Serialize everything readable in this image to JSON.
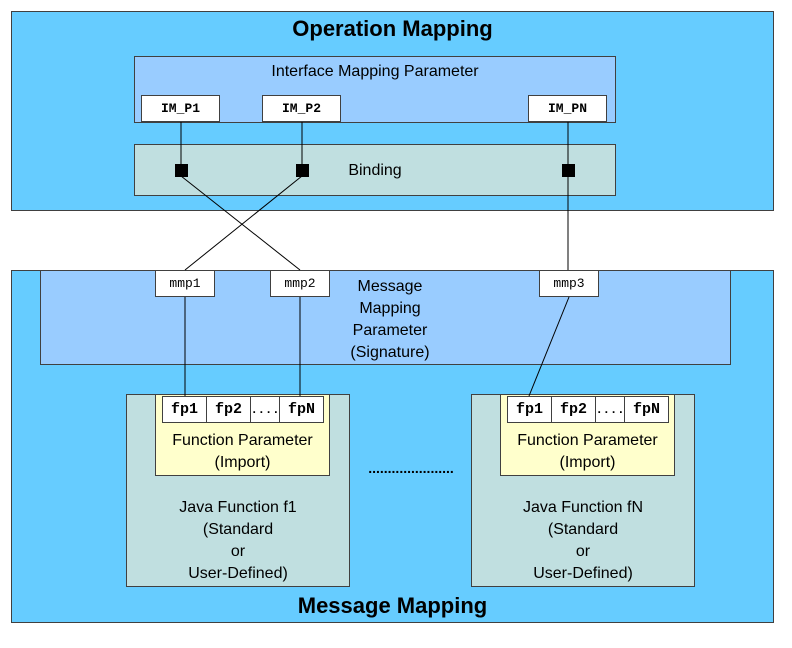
{
  "operation_mapping": {
    "title": "Operation Mapping",
    "interface_mapping_parameter": {
      "label": "Interface Mapping Parameter",
      "params": [
        "IM_P1",
        "IM_P2",
        "IM_PN"
      ]
    },
    "binding": {
      "label": "Binding"
    }
  },
  "message_mapping": {
    "title": "Message Mapping",
    "message_mapping_parameter": {
      "label_lines": [
        "Message",
        "Mapping",
        "Parameter",
        "(Signature)"
      ],
      "params": [
        "mmp1",
        "mmp2",
        "mmp3"
      ]
    },
    "functions": [
      {
        "function_params": [
          "fp1",
          "fp2",
          "....",
          "fpN"
        ],
        "param_label_lines": [
          "Function Parameter",
          "(Import)"
        ],
        "name_lines": [
          "Java Function f1",
          "(Standard",
          "or",
          "User-Defined)"
        ]
      },
      {
        "function_params": [
          "fp1",
          "fp2",
          "....",
          "fpN"
        ],
        "param_label_lines": [
          "Function Parameter",
          "(Import)"
        ],
        "name_lines": [
          "Java Function fN",
          "(Standard",
          "or",
          "User-Defined)"
        ]
      }
    ],
    "ellipsis": "......................"
  }
}
